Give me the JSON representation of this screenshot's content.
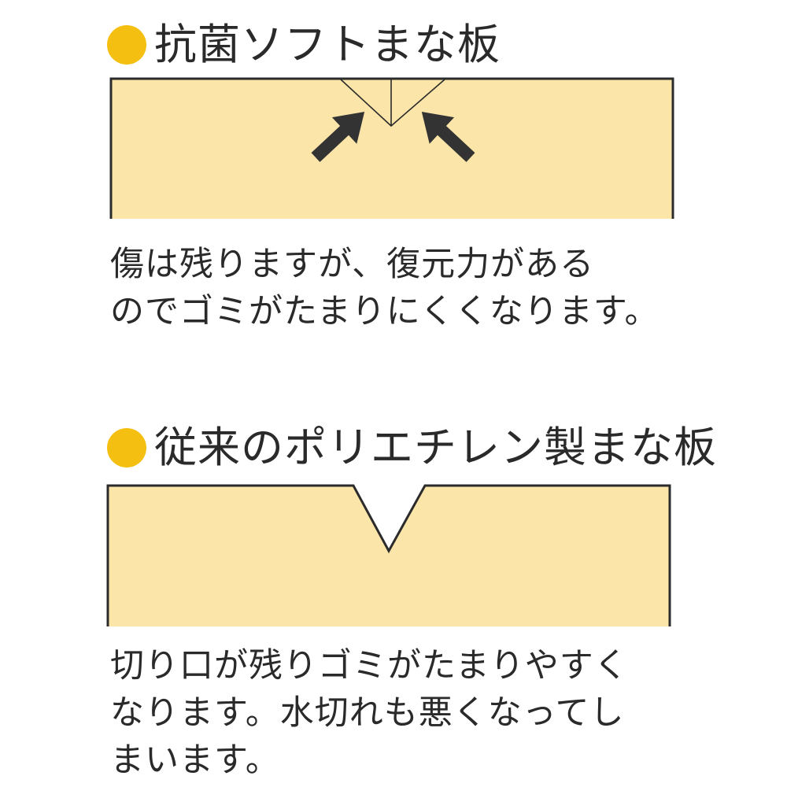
{
  "colors": {
    "bullet": "#f5bf12",
    "board_fill": "#fbe5a8",
    "outline": "#2b2b2b",
    "arrow": "#333333",
    "text": "#2a2a2a"
  },
  "soft_board": {
    "title": "抗菌ソフトまな板",
    "caption_lines": [
      "傷は残りますが、復元力がある",
      "のでゴミがたまりにくくなります。"
    ],
    "arrow_icons": [
      "arrow-up-right-icon",
      "arrow-up-left-icon"
    ]
  },
  "poly_board": {
    "title": "従来のポリエチレン製まな板",
    "caption_lines": [
      "切り口が残りゴミがたまりやすく",
      "なります。水切れも悪くなってし",
      "まいます。"
    ]
  }
}
